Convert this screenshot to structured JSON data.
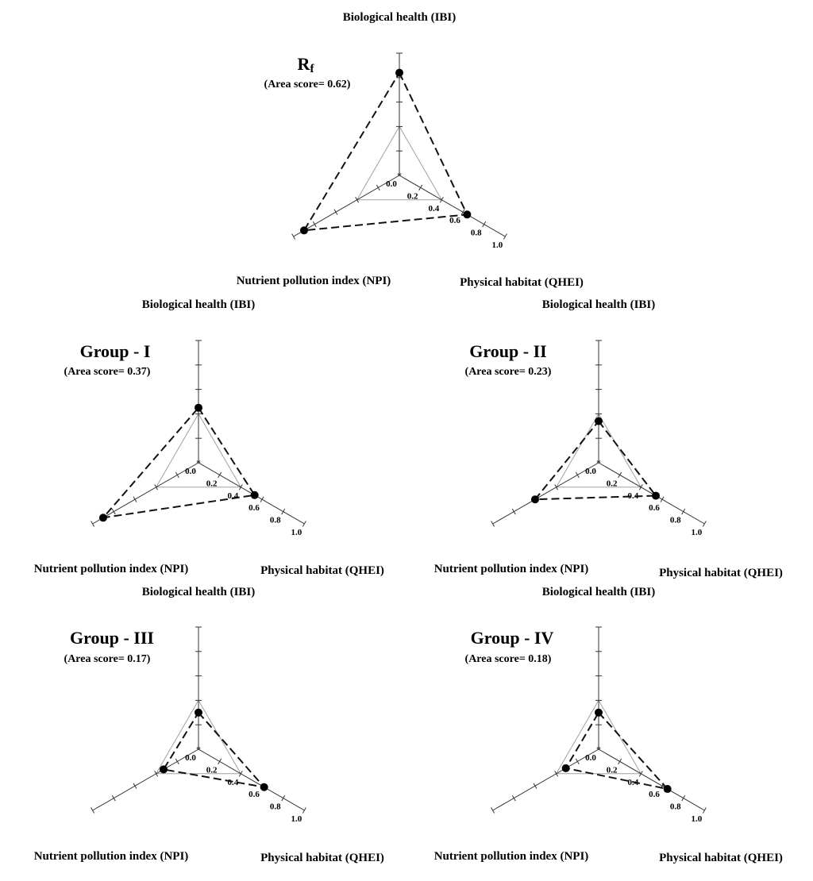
{
  "chart_data": [
    {
      "type": "radar",
      "title": "Rf",
      "title_main": "R",
      "title_sub": "f",
      "area_score_text": "(Area score= 0.62)",
      "axes": [
        "Biological health (IBI)",
        "Physical habitat (QHEI)",
        "Nutrient pollution index (NPI)"
      ],
      "ticks": [
        "0.0",
        "0.2",
        "0.4",
        "0.6",
        "0.8",
        "1.0"
      ],
      "range": [
        0,
        1
      ],
      "values": [
        0.84,
        0.64,
        0.9
      ]
    },
    {
      "type": "radar",
      "title": "Group - I",
      "area_score_text": "(Area score= 0.37)",
      "axes": [
        "Biological health (IBI)",
        "Physical habitat (QHEI)",
        "Nutrient pollution index (NPI)"
      ],
      "ticks": [
        "0.0",
        "0.2",
        "0.4",
        "0.6",
        "0.8",
        "1.0"
      ],
      "range": [
        0,
        1
      ],
      "values": [
        0.45,
        0.53,
        0.9
      ]
    },
    {
      "type": "radar",
      "title": "Group - II",
      "area_score_text": "(Area score= 0.23)",
      "axes": [
        "Biological health (IBI)",
        "Physical habitat (QHEI)",
        "Nutrient pollution index (NPI)"
      ],
      "ticks": [
        "0.0",
        "0.2",
        "0.4",
        "0.6",
        "0.8",
        "1.0"
      ],
      "range": [
        0,
        1
      ],
      "values": [
        0.34,
        0.54,
        0.6
      ]
    },
    {
      "type": "radar",
      "title": "Group - III",
      "area_score_text": "(Area score= 0.17)",
      "axes": [
        "Biological health (IBI)",
        "Physical habitat (QHEI)",
        "Nutrient pollution index (NPI)"
      ],
      "ticks": [
        "0.0",
        "0.2",
        "0.4",
        "0.6",
        "0.8",
        "1.0"
      ],
      "range": [
        0,
        1
      ],
      "values": [
        0.3,
        0.62,
        0.33
      ]
    },
    {
      "type": "radar",
      "title": "Group - IV",
      "area_score_text": "(Area score= 0.18)",
      "axes": [
        "Biological health (IBI)",
        "Physical habitat (QHEI)",
        "Nutrient pollution index (NPI)"
      ],
      "ticks": [
        "0.0",
        "0.2",
        "0.4",
        "0.6",
        "0.8",
        "1.0"
      ],
      "range": [
        0,
        1
      ],
      "values": [
        0.3,
        0.65,
        0.31
      ]
    }
  ]
}
